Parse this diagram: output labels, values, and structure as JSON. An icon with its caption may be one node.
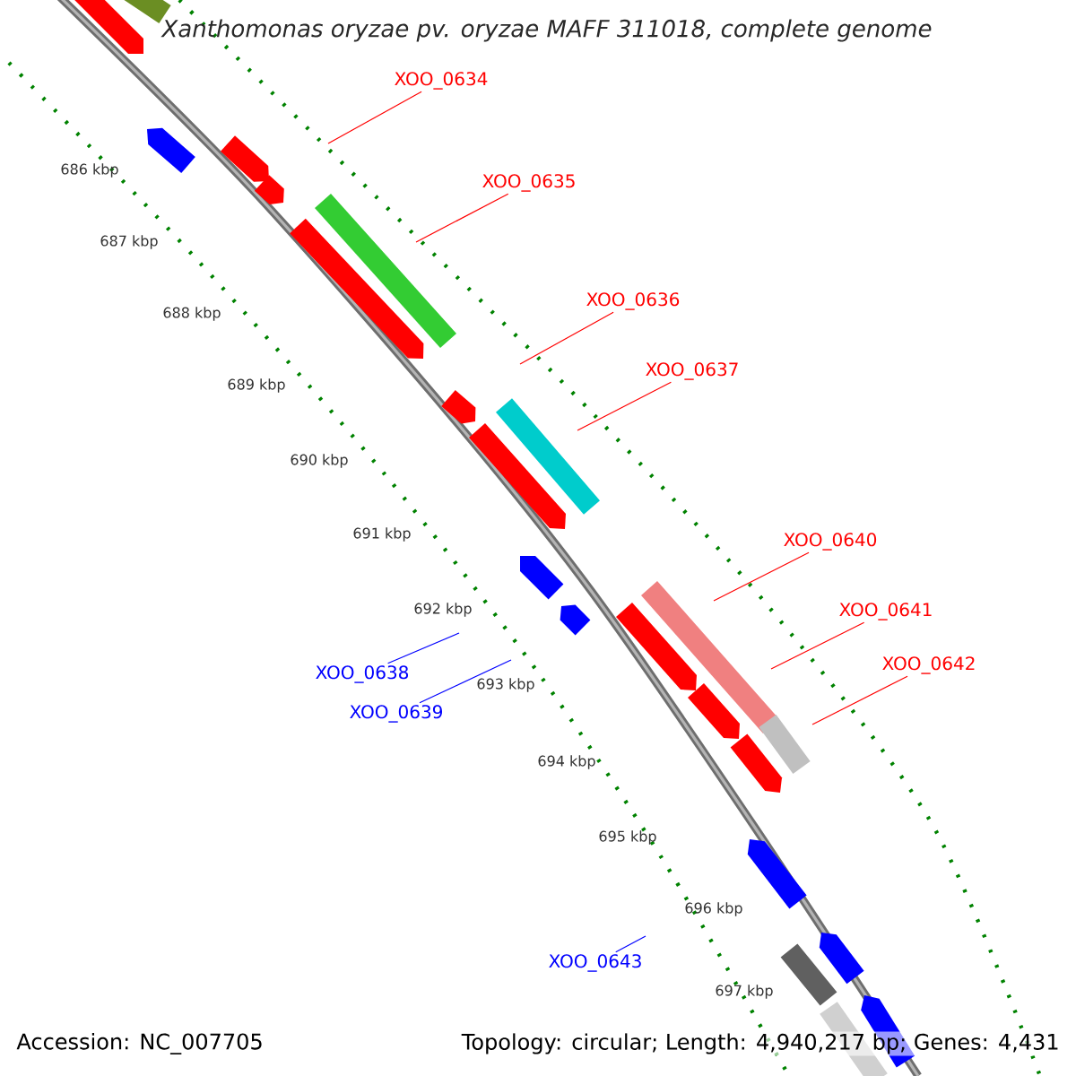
{
  "diagram": {
    "title": "Xanthomonas oryzae pv. oryzae MAFF 311018, complete genome",
    "nodes": [
      {
        "text": [
          "XOO_0634"
        ]
      },
      {
        "text": [
          "XOO_0635"
        ]
      },
      {
        "text": [
          "XOO_0636"
        ]
      },
      {
        "text": [
          "XOO_0637"
        ]
      },
      {
        "text": [
          "XOO_0640"
        ]
      },
      {
        "text": [
          "XOO_0641"
        ]
      },
      {
        "text": [
          "XOO_0642"
        ]
      },
      {
        "text": [
          "XOO_0638"
        ]
      },
      {
        "text": [
          "XOO_0639"
        ]
      },
      {
        "text": [
          "XOO_0643"
        ]
      }
    ],
    "edges": [
      {
        "from": 0,
        "to": null,
        "arrow": "none"
      },
      {
        "from": 1,
        "to": null,
        "arrow": "none"
      },
      {
        "from": 2,
        "to": null,
        "arrow": "none"
      },
      {
        "from": 3,
        "to": null,
        "arrow": "none"
      },
      {
        "from": 4,
        "to": null,
        "arrow": "none"
      },
      {
        "from": 5,
        "to": null,
        "arrow": "none"
      },
      {
        "from": 6,
        "to": null,
        "arrow": "none"
      },
      {
        "from": 7,
        "to": null,
        "arrow": "none",
        "color": "#0000ff"
      },
      {
        "from": 8,
        "to": null,
        "arrow": "none",
        "color": "#0000ff"
      },
      {
        "from": 9,
        "to": null,
        "arrow": "none",
        "color": "#0000ff"
      }
    ],
    "labels": [
      "686 kbp",
      "687 kbp",
      "688 kbp",
      "689 kbp",
      "690 kbp",
      "691 kbp",
      "692 kbp",
      "693 kbp",
      "694 kbp",
      "695 kbp",
      "696 kbp",
      "697 kbp",
      "Accession: NC_007705",
      "Topology: circular; Length: 4,940,217 bp; Genes: 4,431"
    ]
  }
}
